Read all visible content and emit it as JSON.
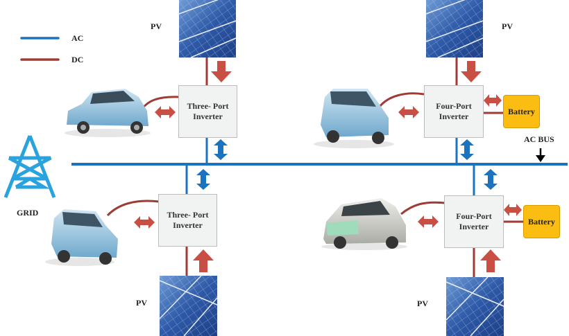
{
  "legend": {
    "items": [
      {
        "label": "AC",
        "color": "#1b72bf"
      },
      {
        "label": "DC",
        "color": "#9e3b35"
      }
    ]
  },
  "grid": {
    "label": "GRID",
    "icon": "transmission-tower-icon",
    "color": "#29a3dd"
  },
  "ac_bus": {
    "label": "AC BUS",
    "color": "#1b72bf"
  },
  "colors": {
    "ac_line": "#1b72bf",
    "dc_line": "#9e3b35",
    "dc_arrow": "#c94f44",
    "ac_arrow": "#1b72bf",
    "inverter_fill": "#f1f2f2",
    "battery_fill": "#fbbd12"
  },
  "nodes": {
    "top_left": {
      "pv_label": "PV",
      "inverter_line1": "Three- Port",
      "inverter_line2": "Inverter",
      "vehicle": "electric-car-icon"
    },
    "top_right": {
      "pv_label": "PV",
      "inverter_line1": "Four-Port",
      "inverter_line2": "Inverter",
      "battery_label": "Battery",
      "vehicle": "electric-car-icon"
    },
    "bottom_left": {
      "pv_label": "PV",
      "inverter_line1": "Three- Port",
      "inverter_line2": "Inverter",
      "vehicle": "electric-car-icon"
    },
    "bottom_right": {
      "pv_label": "PV",
      "inverter_line1": "Four-Port",
      "inverter_line2": "Inverter",
      "battery_label": "Battery",
      "vehicle": "electric-car-icon"
    }
  }
}
